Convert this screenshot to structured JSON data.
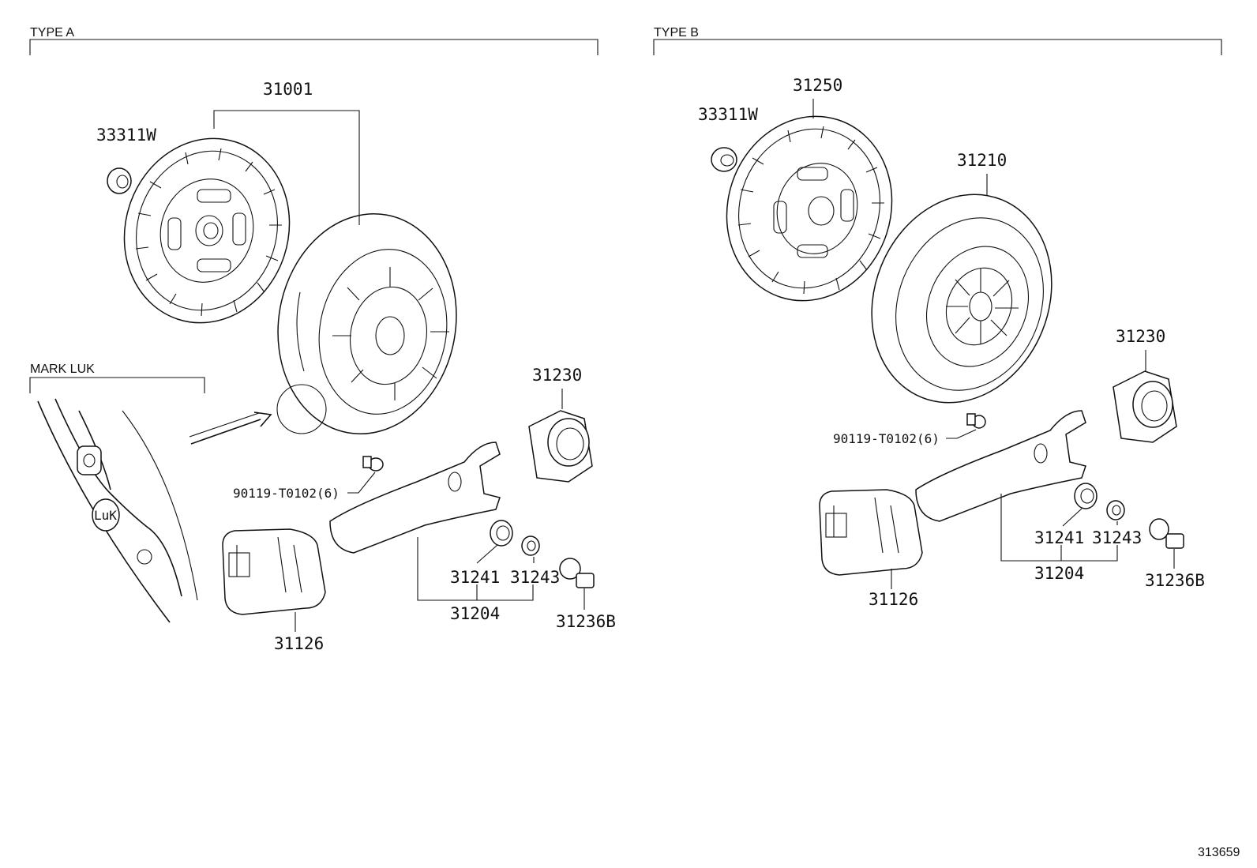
{
  "sections": {
    "type_a": "TYPE A",
    "type_b": "TYPE B",
    "mark_luk": "MARK LUK"
  },
  "luk_logo": "LuK",
  "labels": {
    "a_33311w": "33311W",
    "a_31001": "31001",
    "a_31230": "31230",
    "a_90119": "90119-T0102(6)",
    "a_31241": "31241",
    "a_31243": "31243",
    "a_31204": "31204",
    "a_31236b": "31236B",
    "a_31126": "31126",
    "b_33311w": "33311W",
    "b_31250": "31250",
    "b_31210": "31210",
    "b_31230": "31230",
    "b_90119": "90119-T0102(6)",
    "b_31241": "31241",
    "b_31243": "31243",
    "b_31204": "31204",
    "b_31236b": "31236B",
    "b_31126": "31126"
  },
  "figure_id": "313659"
}
